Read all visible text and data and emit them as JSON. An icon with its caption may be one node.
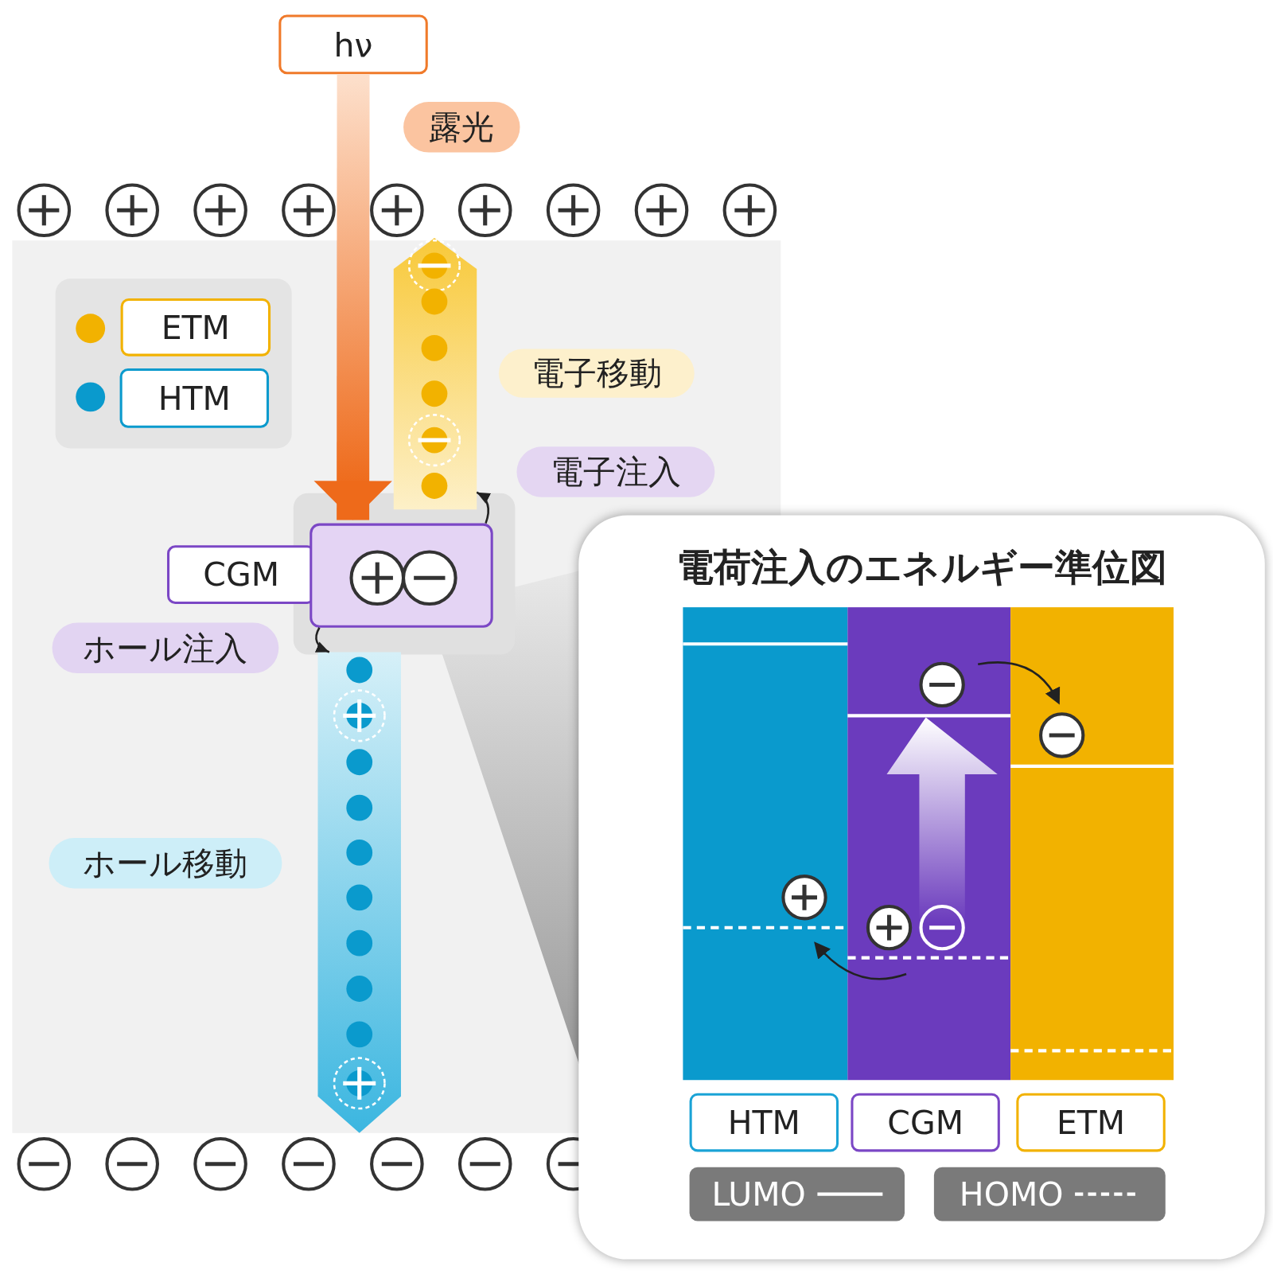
{
  "diagram": {
    "nodes": [
      {
        "text": [
          "hν"
        ]
      },
      {
        "text": [
          "露光"
        ]
      },
      {
        "text": [],
        "shape": "bar"
      },
      {
        "text": [
          "電子移動"
        ]
      },
      {
        "text": [
          "電子注入"
        ]
      },
      {
        "text": [
          "CGM"
        ]
      },
      {
        "text": [],
        "shape": "box"
      },
      {
        "text": [
          "ホール注入"
        ]
      },
      {
        "text": [],
        "shape": "bar"
      },
      {
        "text": [
          "ホール移動"
        ]
      },
      {
        "text": [
          "電荷注入のエネルギー準位図"
        ]
      },
      {
        "text": [
          "HTM"
        ],
        "in": 10
      },
      {
        "text": [
          "CGM"
        ],
        "in": 10
      },
      {
        "text": [
          "ETM"
        ],
        "in": 10
      }
    ],
    "edges": [
      {
        "from": 0,
        "to": 6,
        "arrow": "to",
        "style": "thick",
        "color": "#ee6a1a"
      },
      {
        "from": 6,
        "to": 2,
        "arrow": "to"
      },
      {
        "from": 6,
        "to": 8,
        "arrow": "to"
      }
    ],
    "legend": [
      {
        "text": "ETM",
        "color": "#f2b200"
      },
      {
        "text": "HTM",
        "color": "#0a9acd"
      },
      {
        "text": "LUMO"
      },
      {
        "text": "HOMO"
      }
    ]
  }
}
